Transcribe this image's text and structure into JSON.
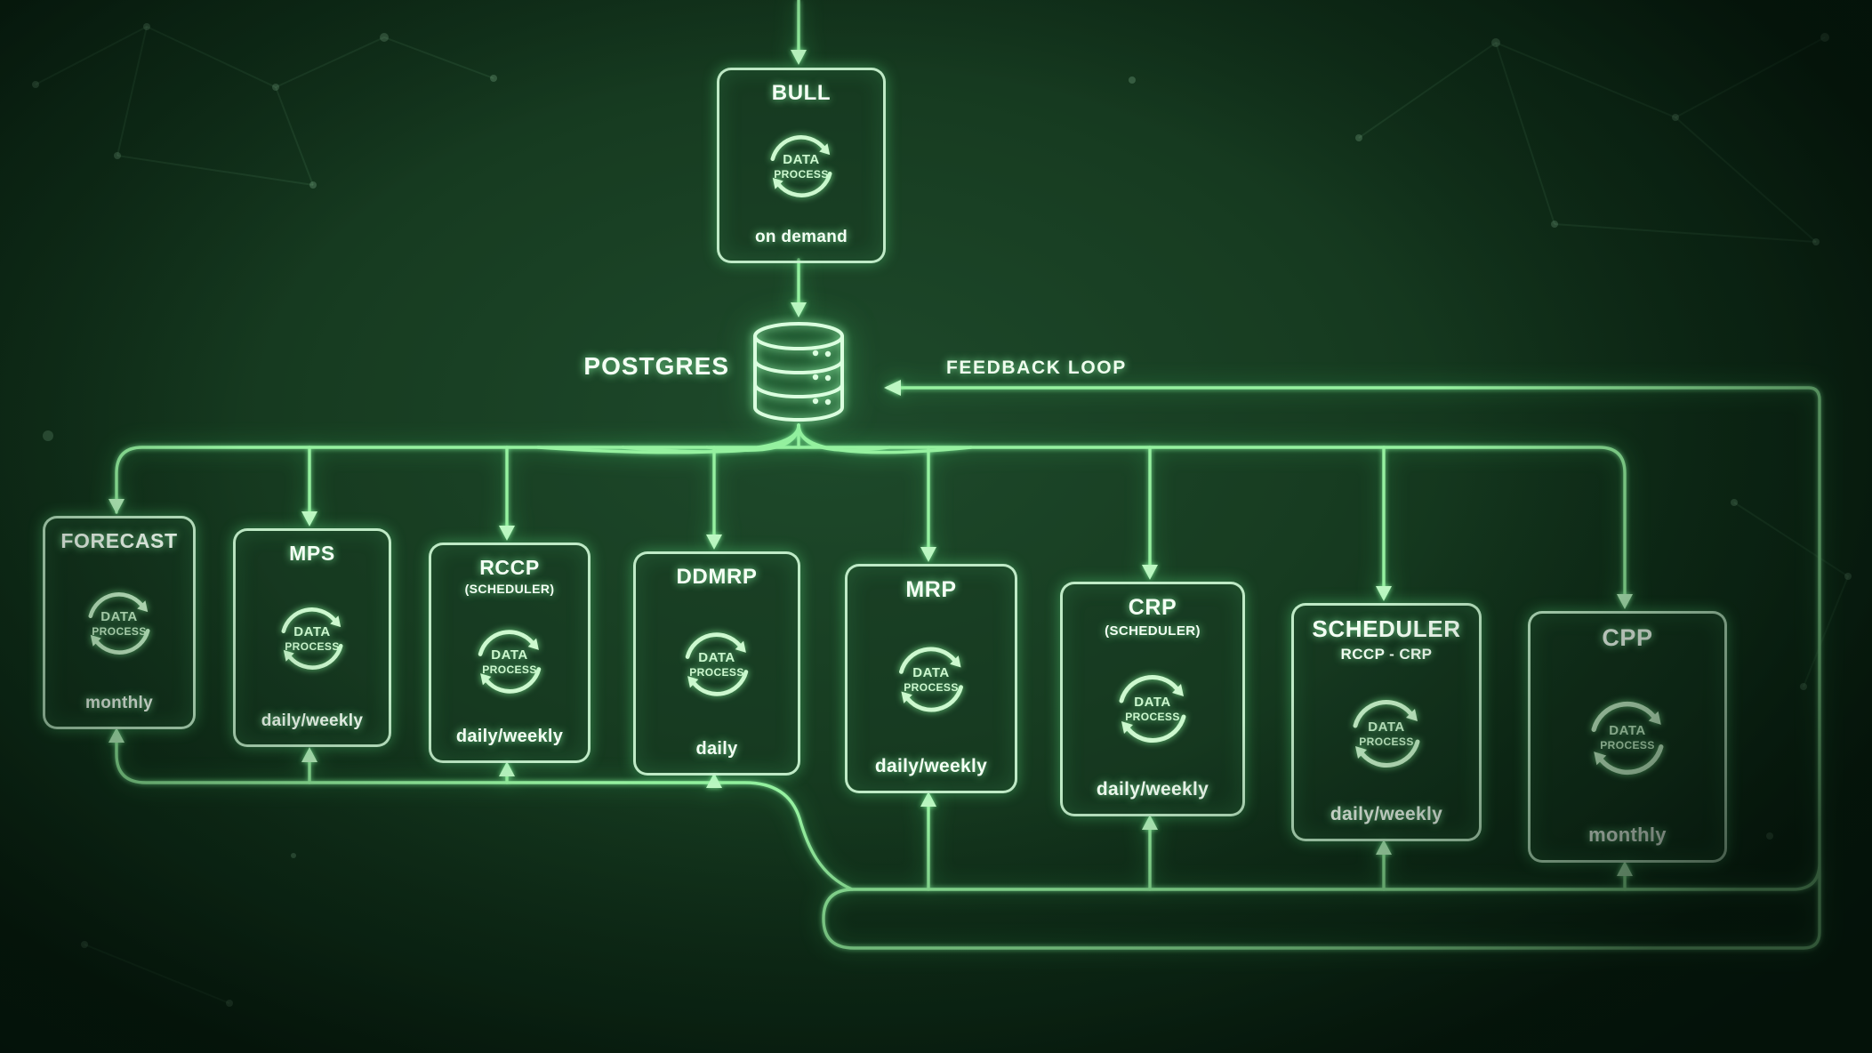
{
  "meta": {
    "type": "flow-diagram",
    "accent_color": "#96f1a0",
    "background_color": "#133621",
    "text_color": "#f4fff4"
  },
  "bull": {
    "title": "BULL",
    "schedule": "on demand"
  },
  "postgres": {
    "label": "POSTGRES",
    "icon": "database-icon"
  },
  "feedback": {
    "label": "FEEDBACK LOOP"
  },
  "process_icon": {
    "name": "cycle-arrows-icon",
    "line1": "DATA",
    "line2": "PROCESS"
  },
  "nodes": [
    {
      "id": "forecast",
      "title": "FORECAST",
      "schedule": "monthly"
    },
    {
      "id": "mps",
      "title": "MPS",
      "schedule": "daily/weekly"
    },
    {
      "id": "rccp",
      "title": "RCCP",
      "subtitle": "(SCHEDULER)",
      "schedule": "daily/weekly"
    },
    {
      "id": "ddmrp",
      "title": "DDMRP",
      "schedule": "daily"
    },
    {
      "id": "mrp",
      "title": "MRP",
      "schedule": "daily/weekly"
    },
    {
      "id": "crp",
      "title": "CRP",
      "subtitle": "(SCHEDULER)",
      "schedule": "daily/weekly"
    },
    {
      "id": "scheduler",
      "title": "SCHEDULER",
      "subtitle": "RCCP - CRP",
      "schedule": "daily/weekly"
    },
    {
      "id": "cpp",
      "title": "CPP",
      "schedule": "monthly"
    }
  ]
}
